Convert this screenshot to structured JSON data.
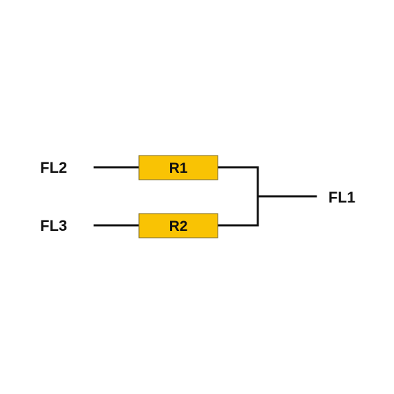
{
  "terminals": {
    "fl2": "FL2",
    "fl3": "FL3",
    "fl1": "FL1"
  },
  "resistors": {
    "r1": "R1",
    "r2": "R2"
  },
  "colors": {
    "resistor_fill": "#f9c304",
    "wire": "#111111",
    "background": "#ffffff"
  }
}
